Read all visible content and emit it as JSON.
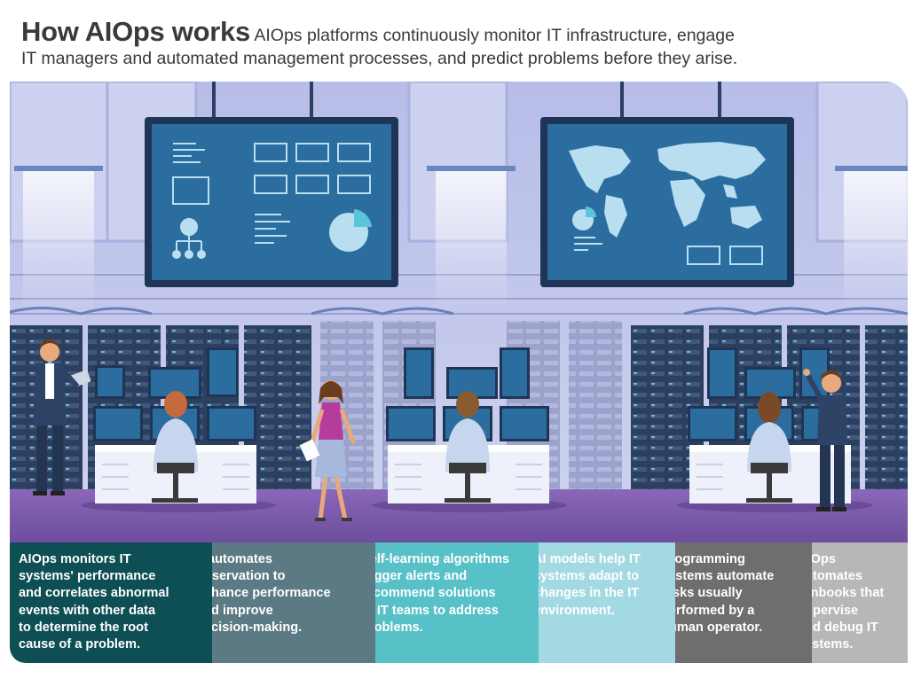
{
  "header": {
    "title": "How AIOps works",
    "subtitle_line1": "AIOps platforms continuously monitor IT infrastructure, engage",
    "subtitle_line2": "IT managers and automated management processes, and predict problems before they arise."
  },
  "steps": [
    {
      "text": "AIOps monitors IT\n systems' performance\nand correlates abnormal\nevents with other data\nto determine the root\ncause of a problem.",
      "color": "#0e4f55"
    },
    {
      "text": "It automates\nobservation to\nenhance performance\nand improve\ndecision-making.",
      "color": "#5c7a84"
    },
    {
      "text": "Self-learning algorithms\ntrigger alerts and\nrecommend solutions\nto IT teams to address\nproblems.",
      "color": "#57c1c7"
    },
    {
      "text": "AI models help IT\nsystems adapt to\nchanges in the IT\nenvironment.",
      "color": "#a3d9e3"
    },
    {
      "text": "Programming\nsystems automate\ntasks usually\nperformed by a\nhuman operator.",
      "color": "#6e6e6e"
    },
    {
      "text": "AIOps\nautomates\nrunbooks that\nsupervise\nand debug IT\nsystems.",
      "color": "#b8b6b6"
    }
  ],
  "icons": {
    "org_chart": "org-chart-icon",
    "pie_chart": "pie-chart-icon",
    "world_map": "world-map-icon"
  }
}
